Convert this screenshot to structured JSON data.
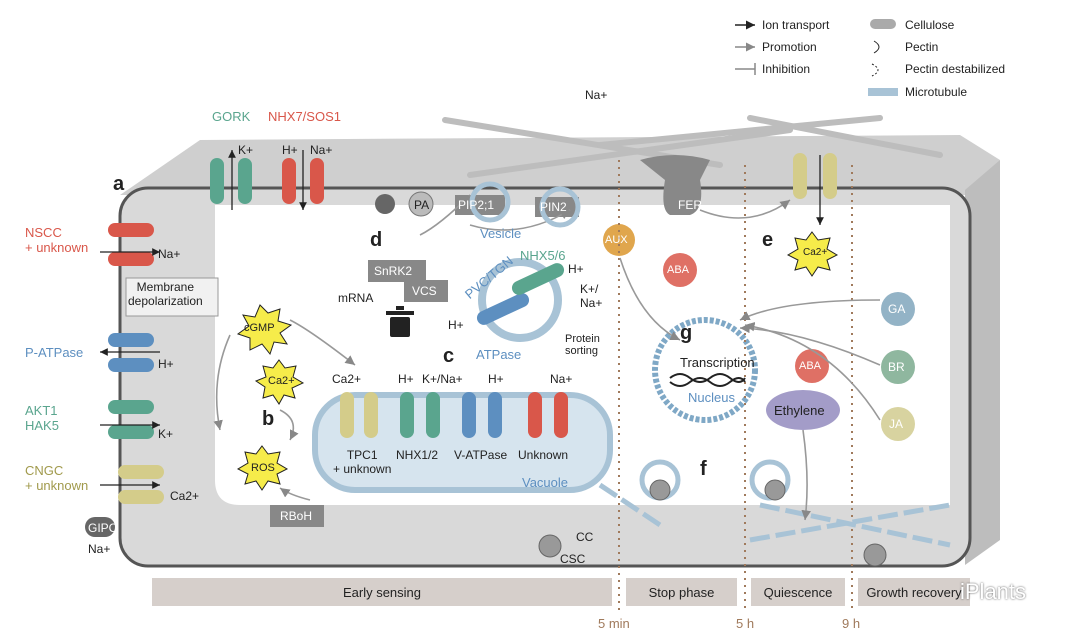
{
  "legend": {
    "ion_transport": "Ion transport",
    "promotion": "Promotion",
    "inhibition": "Inhibition",
    "cellulose": "Cellulose",
    "pectin": "Pectin",
    "pectin_destabilized": "Pectin destabilized",
    "microtubule": "Microtubule"
  },
  "panels": {
    "a": "a",
    "b": "b",
    "c": "c",
    "d": "d",
    "e": "e",
    "f": "f",
    "g": "g"
  },
  "left_channels": {
    "nscc": "NSCC\n+ unknown",
    "patpase": "P-ATPase",
    "akt1": "AKT1\nHAK5",
    "cngc": "CNGC\n+ unknown",
    "gipc": "GIPC"
  },
  "top_channels": {
    "gork": "GORK",
    "nhx7": "NHX7/SOS1"
  },
  "ions": {
    "na": "Na+",
    "k": "K+",
    "h": "H+",
    "ca": "Ca2+"
  },
  "labels": {
    "membrane_depol": "Membrane\ndepolarization",
    "cgmp": "cGMP",
    "ros": "ROS",
    "rboh": "RBoH",
    "pa": "PA",
    "pip": "PIP2;1",
    "pin2": "PIN2",
    "vesicle": "Vesicle",
    "snrk2": "SnRK2",
    "vcs": "VCS",
    "mrna": "mRNA",
    "pvc": "PVC/TGN",
    "nhx56": "NHX5/6",
    "atpase": "ATPase",
    "protein_sorting": "Protein\nsorting",
    "k_na": "K+/\nNa+",
    "tpc1": "TPC1\n+ unknown",
    "nhx12": "NHX1/2",
    "vatpase": "V-ATPase",
    "unknown": "Unknown",
    "vacuole": "Vacuole",
    "cc": "CC",
    "csc": "CSC",
    "fer": "FER",
    "aux": "AUX",
    "aba": "ABA",
    "transcription": "Transcription",
    "nucleus": "Nucleus",
    "ethylene": "Ethylene",
    "ga": "GA",
    "br": "BR",
    "ja": "JA",
    "kna_top": "K+/Na+"
  },
  "phases": [
    "Early sensing",
    "Stop phase",
    "Quiescence",
    "Growth recovery"
  ],
  "times": [
    "5 min",
    "5 h",
    "9 h"
  ],
  "watermark": "iPlants",
  "colors": {
    "green": "#5aa58e",
    "red": "#d9574a",
    "blue": "#5d8fc0",
    "yellow": "#d4cc8a",
    "orange": "#e0a64d",
    "gray": "#a0a0a0",
    "cell": "#d8d8d8"
  }
}
